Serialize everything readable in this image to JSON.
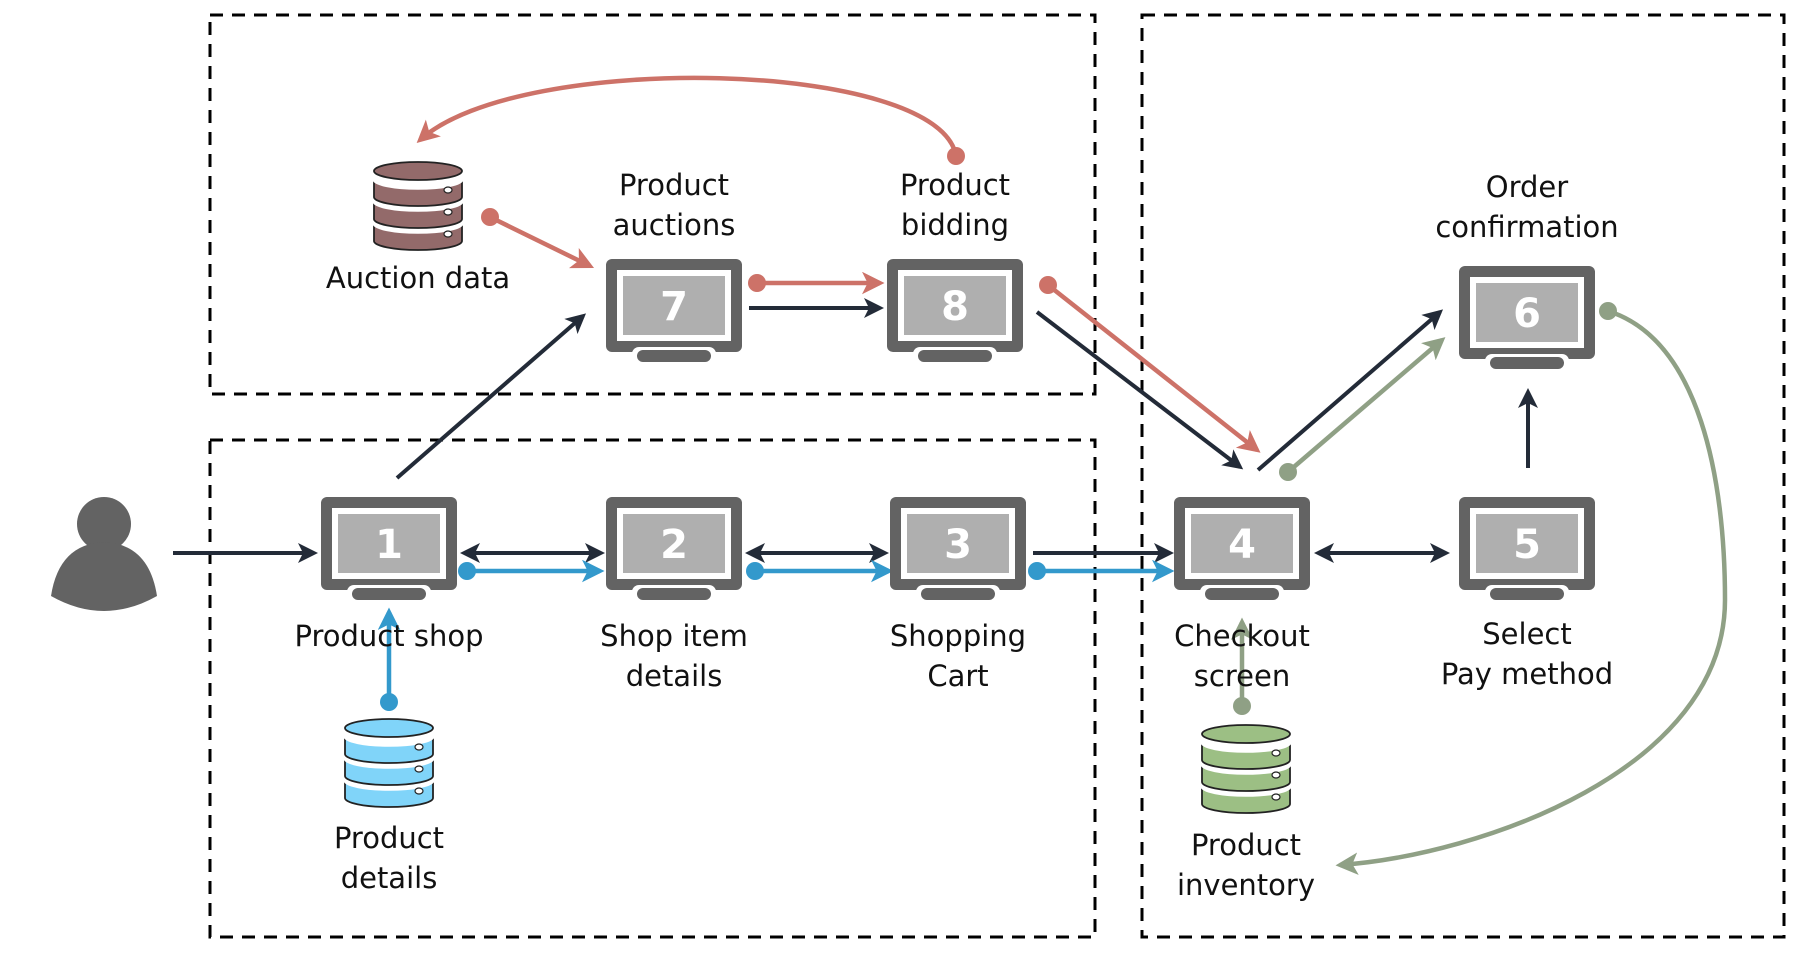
{
  "colors": {
    "dark": "#232b38",
    "red": "#cd7268",
    "blue": "#3399cc",
    "green": "#8fa085",
    "monitor_frame": "#636363",
    "monitor_screen": "#afafaf",
    "db_auction": "#936a6a",
    "db_product": "#80d4f9",
    "db_inventory": "#9cbf84",
    "person": "#636363"
  },
  "groups": [
    {
      "id": "auction-group",
      "label": ""
    },
    {
      "id": "shop-group",
      "label": ""
    },
    {
      "id": "checkout-group",
      "label": ""
    }
  ],
  "screens": [
    {
      "id": "1",
      "number": "1",
      "label_lines": [
        "Product shop"
      ]
    },
    {
      "id": "2",
      "number": "2",
      "label_lines": [
        "Shop item",
        "details"
      ]
    },
    {
      "id": "3",
      "number": "3",
      "label_lines": [
        "Shopping",
        "Cart"
      ]
    },
    {
      "id": "4",
      "number": "4",
      "label_lines": [
        "Checkout",
        "screen"
      ]
    },
    {
      "id": "5",
      "number": "5",
      "label_lines": [
        "Select",
        "Pay method"
      ]
    },
    {
      "id": "6",
      "number": "6",
      "label_lines": [
        "Order",
        "confirmation"
      ]
    },
    {
      "id": "7",
      "number": "7",
      "label_lines": [
        "Product",
        "auctions"
      ]
    },
    {
      "id": "8",
      "number": "8",
      "label_lines": [
        "Product",
        "bidding"
      ]
    }
  ],
  "databases": [
    {
      "id": "auction",
      "label_lines": [
        "Auction data"
      ],
      "color_key": "db_auction"
    },
    {
      "id": "product",
      "label_lines": [
        "Product",
        "details"
      ],
      "color_key": "db_product"
    },
    {
      "id": "inventory",
      "label_lines": [
        "Product",
        "inventory"
      ],
      "color_key": "db_inventory"
    }
  ],
  "user": {
    "icon": "user-icon"
  },
  "flows": [
    {
      "from": "user",
      "to": "1",
      "color": "dark",
      "style": "arrow"
    },
    {
      "from": "1",
      "to": "2",
      "color": "dark",
      "style": "double-arrow"
    },
    {
      "from": "2",
      "to": "3",
      "color": "dark",
      "style": "double-arrow"
    },
    {
      "from": "3",
      "to": "4",
      "color": "dark",
      "style": "arrow"
    },
    {
      "from": "4",
      "to": "5",
      "color": "dark",
      "style": "double-arrow"
    },
    {
      "from": "5",
      "to": "6",
      "color": "dark",
      "style": "arrow"
    },
    {
      "from": "4",
      "to": "6",
      "color": "dark",
      "style": "arrow"
    },
    {
      "from": "1",
      "to": "7",
      "color": "dark",
      "style": "arrow"
    },
    {
      "from": "7",
      "to": "8",
      "color": "dark",
      "style": "arrow"
    },
    {
      "from": "8",
      "to": "4",
      "color": "dark",
      "style": "arrow"
    },
    {
      "from": "1",
      "to": "2",
      "color": "blue",
      "style": "dot-arrow"
    },
    {
      "from": "2",
      "to": "3",
      "color": "blue",
      "style": "dot-arrow"
    },
    {
      "from": "3",
      "to": "4",
      "color": "blue",
      "style": "dot-arrow"
    },
    {
      "from": "product",
      "to": "1",
      "color": "blue",
      "style": "dot-arrow"
    },
    {
      "from": "auction",
      "to": "7",
      "color": "red",
      "style": "dot-arrow"
    },
    {
      "from": "7",
      "to": "8",
      "color": "red",
      "style": "dot-arrow"
    },
    {
      "from": "8",
      "to": "auction",
      "color": "red",
      "style": "dot-arrow-curved"
    },
    {
      "from": "8",
      "to": "4",
      "color": "red",
      "style": "dot-arrow"
    },
    {
      "from": "inventory",
      "to": "4",
      "color": "green",
      "style": "dot-arrow"
    },
    {
      "from": "4",
      "to": "6",
      "color": "green",
      "style": "dot-arrow"
    },
    {
      "from": "6",
      "to": "inventory",
      "color": "green",
      "style": "dot-arrow-curved"
    }
  ]
}
